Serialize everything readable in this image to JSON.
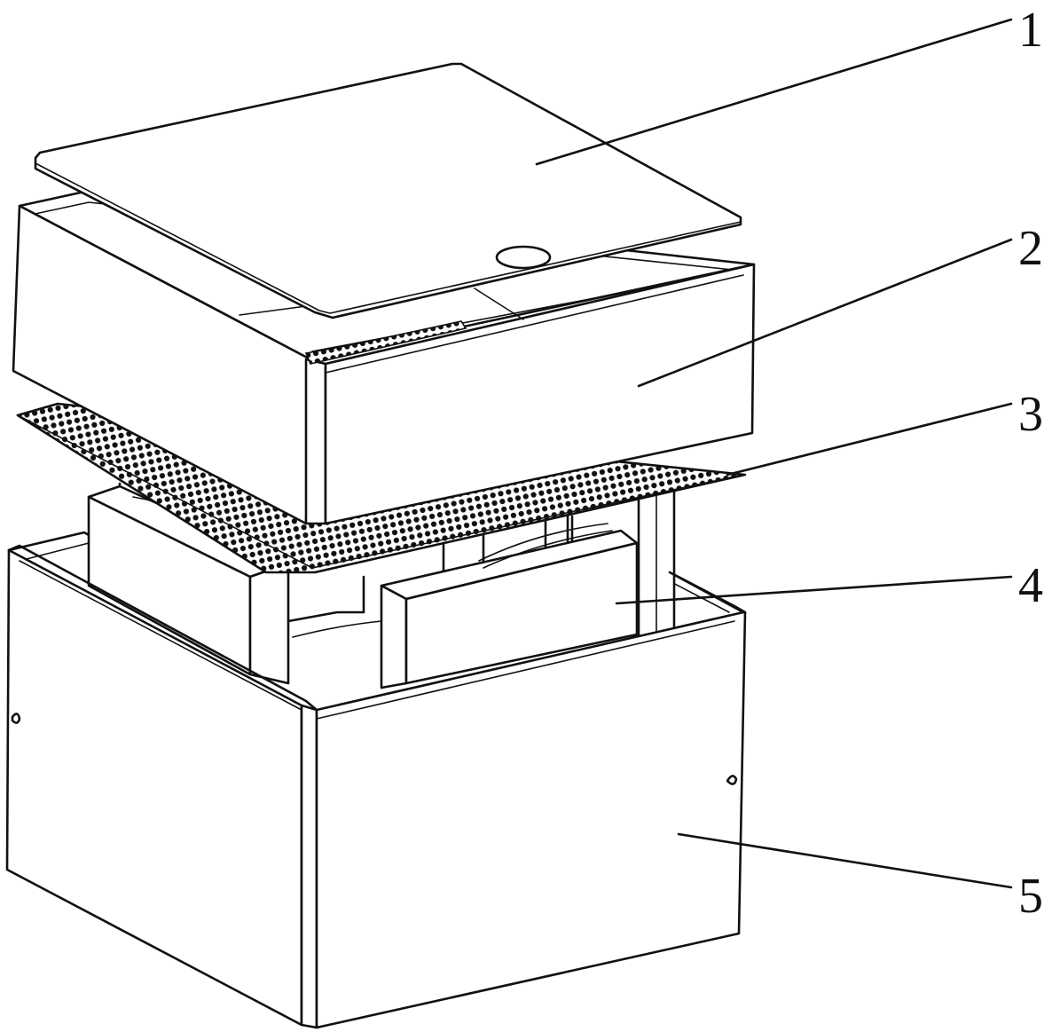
{
  "callouts": [
    {
      "id": "lid",
      "label": "1"
    },
    {
      "id": "upper-box",
      "label": "2"
    },
    {
      "id": "perforated-plate",
      "label": "3"
    },
    {
      "id": "inner-blocks",
      "label": "4"
    },
    {
      "id": "lower-box",
      "label": "5"
    }
  ]
}
